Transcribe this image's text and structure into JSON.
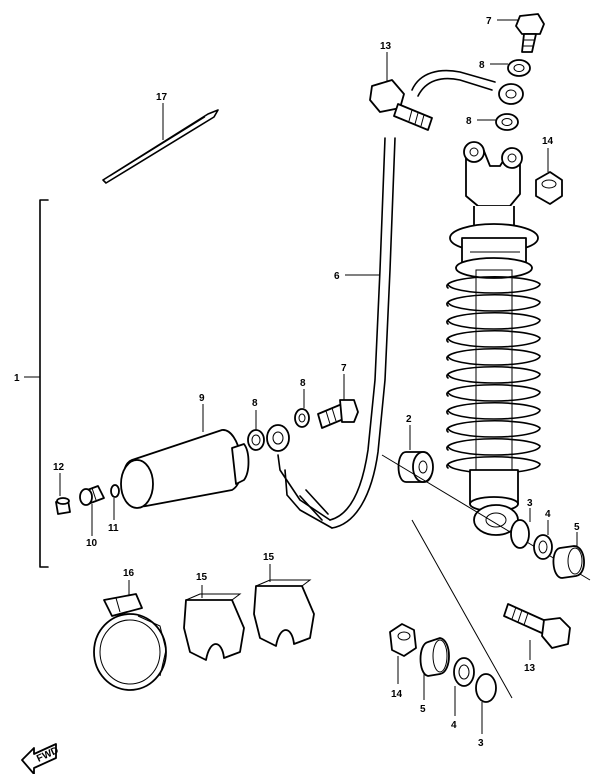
{
  "callouts": {
    "c1": "1",
    "c2": "2",
    "c3a": "3",
    "c3b": "3",
    "c4a": "4",
    "c4b": "4",
    "c5a": "5",
    "c5b": "5",
    "c6": "6",
    "c7a": "7",
    "c7b": "7",
    "c8a": "8",
    "c8b": "8",
    "c8c": "8",
    "c8d": "8",
    "c9": "9",
    "c10": "10",
    "c11": "11",
    "c12": "12",
    "c13a": "13",
    "c13b": "13",
    "c14a": "14",
    "c14b": "14",
    "c15a": "15",
    "c15b": "15",
    "c16": "16",
    "c17": "17"
  },
  "corner_mark": "FWD"
}
